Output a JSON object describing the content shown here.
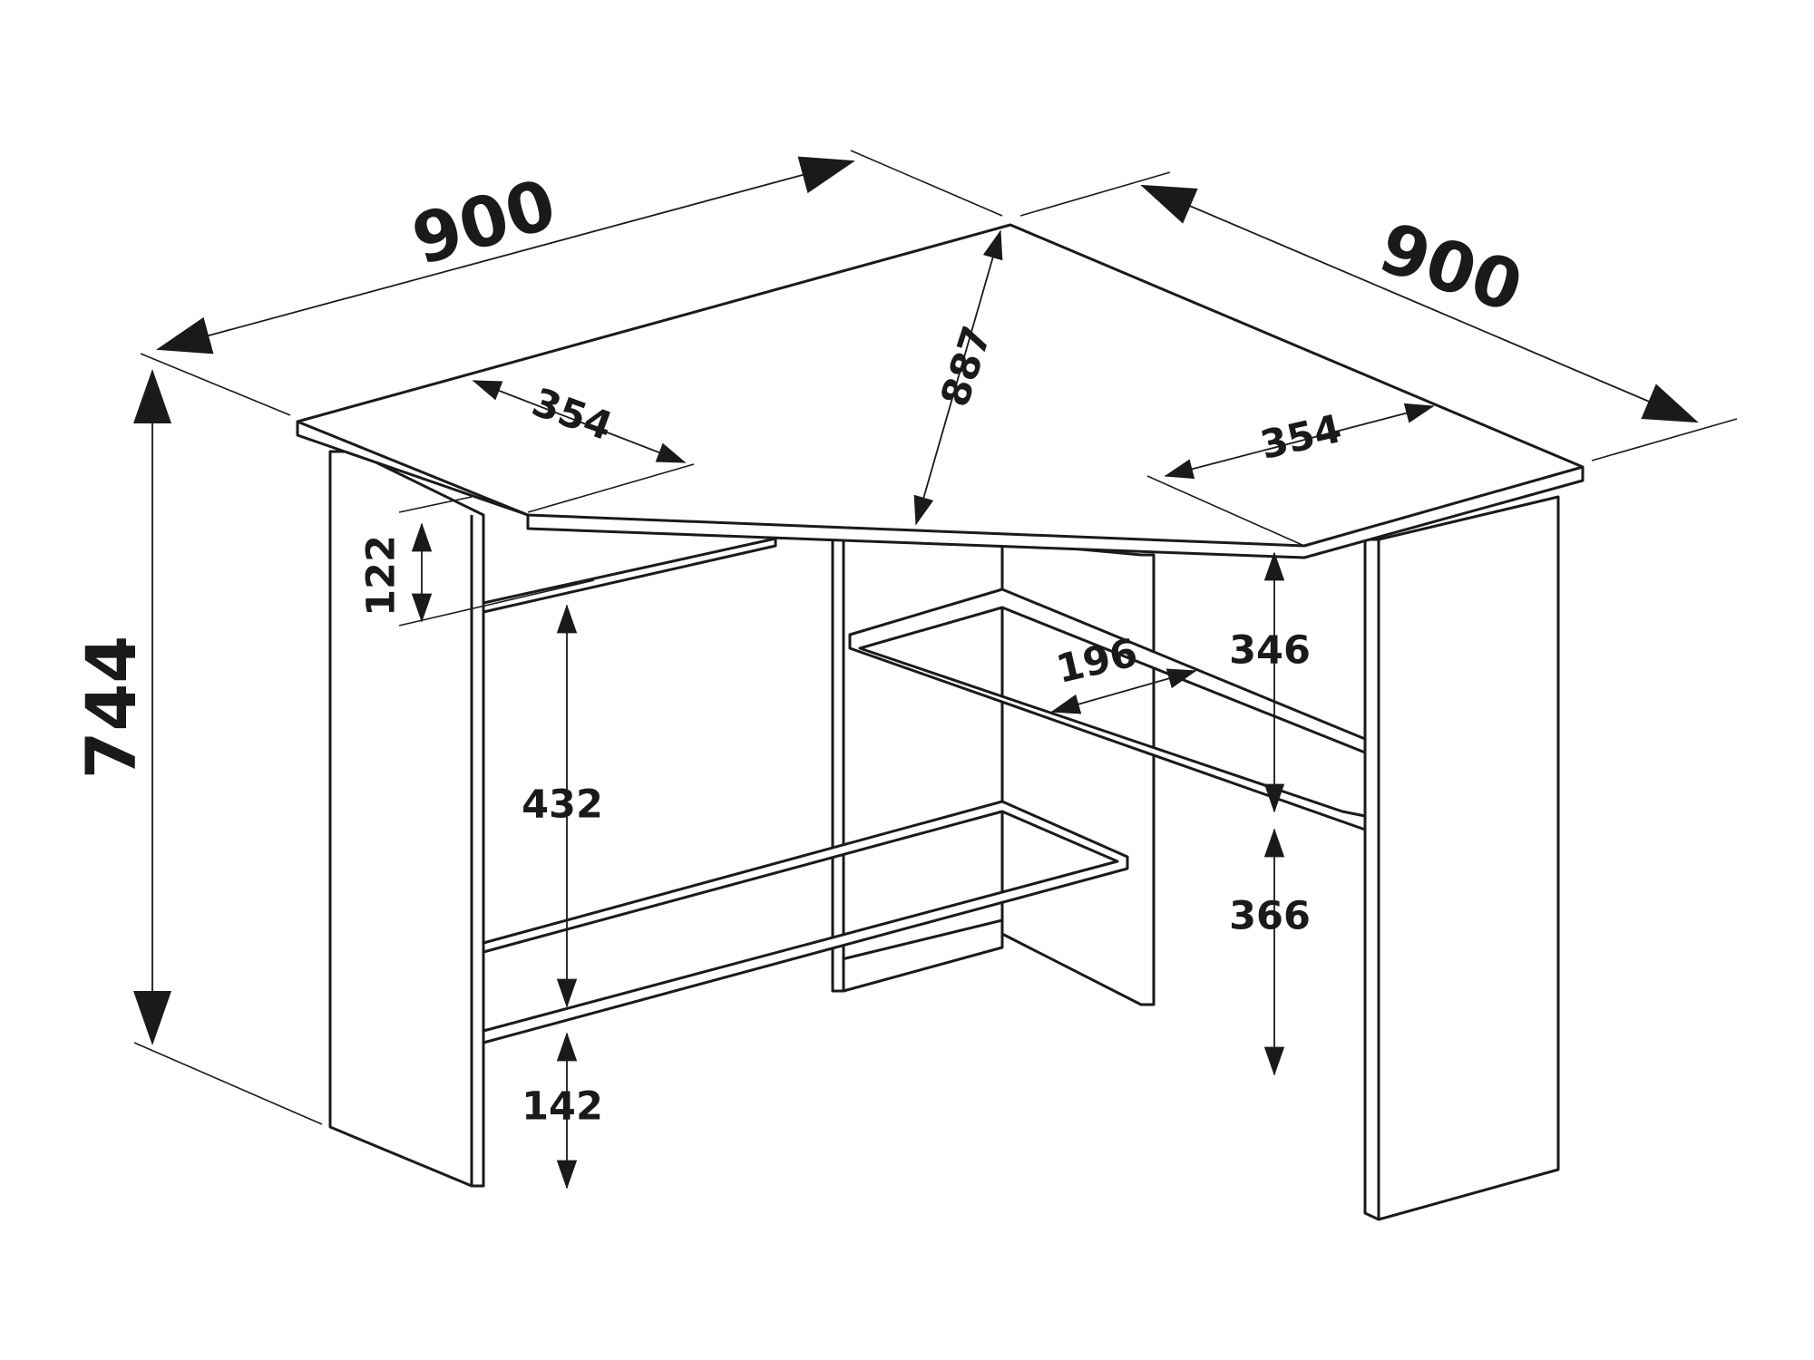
{
  "drawing": {
    "line_color": "#1a1a1a",
    "background": "#ffffff",
    "dimensions": {
      "top_left_width": "900",
      "top_right_width": "900",
      "diagonal_depth": "887",
      "left_wing_depth": "354",
      "right_wing_depth": "354",
      "total_height": "744",
      "apron_height": "122",
      "upper_opening": "432",
      "bottom_clearance": "142",
      "shelf_depth": "196",
      "right_upper_opening": "346",
      "right_lower_opening": "366"
    }
  }
}
